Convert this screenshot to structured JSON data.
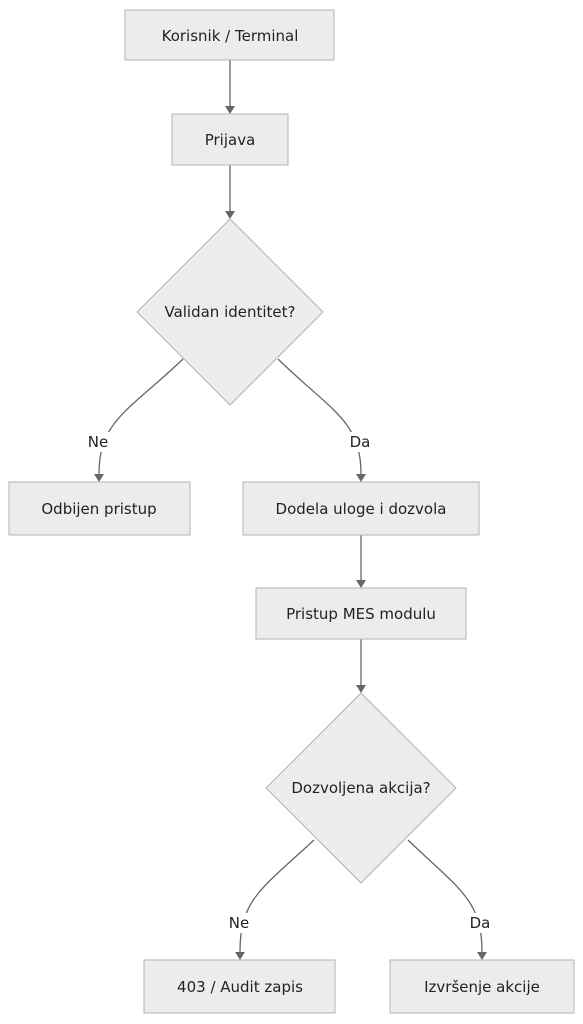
{
  "nodes": {
    "terminal": "Korisnik / Terminal",
    "login": "Prijava",
    "identity_check": "Validan identitet?",
    "access_denied": "Odbijen pristup",
    "assign_role": "Dodela uloge i dozvola",
    "mes_access": "Pristup MES modulu",
    "action_check": "Dozvoljena akcija?",
    "audit_log": "403 / Audit zapis",
    "execute_action": "Izvršenje akcije"
  },
  "edges": {
    "identity_no": "Ne",
    "identity_yes": "Da",
    "action_no": "Ne",
    "action_yes": "Da"
  },
  "colors": {
    "node_fill": "#ececec",
    "node_stroke": "#b3b3b3",
    "edge_stroke": "#666666",
    "text": "#222222"
  }
}
